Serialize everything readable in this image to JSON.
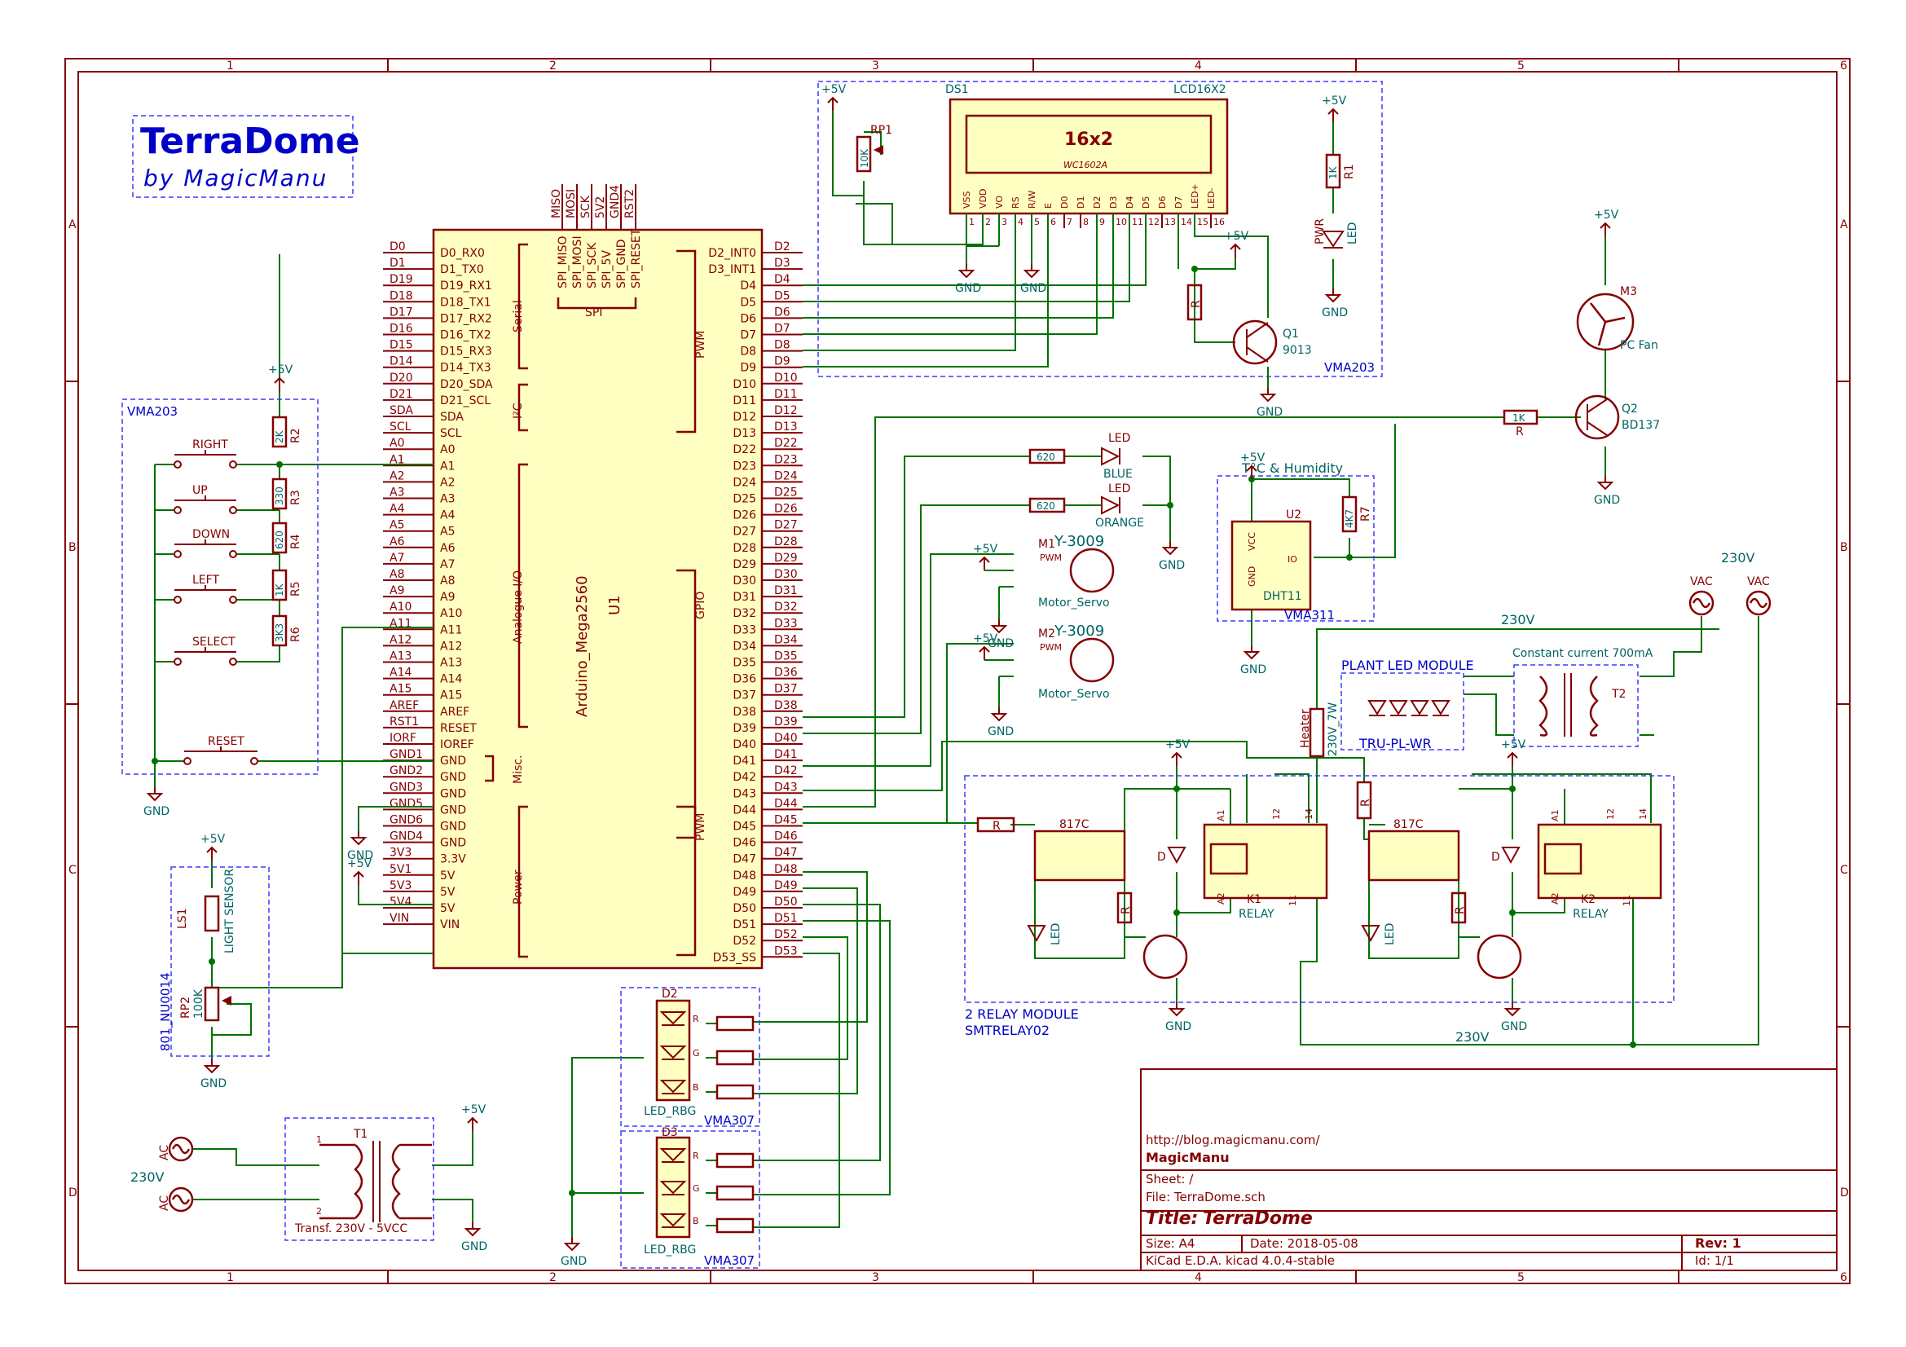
{
  "frame": {
    "columns": [
      "1",
      "2",
      "3",
      "4",
      "5",
      "6"
    ],
    "rows": [
      "A",
      "B",
      "C",
      "D"
    ]
  },
  "logo": {
    "title": "TerraDome",
    "subtitle": "by MagicManu"
  },
  "mcu": {
    "ref": "U1",
    "value": "Arduino_Mega2560",
    "blocks": [
      "Serial",
      "I²C",
      "Analogue I/O",
      "Misc.",
      "Power",
      "SPI",
      "PWM",
      "GPIO",
      "PWM"
    ],
    "left_pins": [
      "D0_RX0",
      "D1_TX0",
      "D19_RX1",
      "D18_TX1",
      "D17_RX2",
      "D16_TX2",
      "D15_RX3",
      "D14_TX3",
      "D20_SDA",
      "D21_SCL",
      "SDA",
      "SCL",
      "A0",
      "A1",
      "A2",
      "A3",
      "A4",
      "A5",
      "A6",
      "A7",
      "A8",
      "A9",
      "A10",
      "A11",
      "A12",
      "A13",
      "A14",
      "A15",
      "AREF",
      "RESET",
      "IOREF",
      "GND",
      "GND",
      "GND",
      "GND",
      "GND",
      "GND",
      "3.3V",
      "5V",
      "5V",
      "5V",
      "VIN"
    ],
    "left_nets": [
      "D0",
      "D1",
      "D19",
      "D18",
      "D17",
      "D16",
      "D15",
      "D14",
      "D20",
      "D21",
      "SDA",
      "SCL",
      "A0",
      "A1",
      "A2",
      "A3",
      "A4",
      "A5",
      "A6",
      "A7",
      "A8",
      "A9",
      "A10",
      "A11",
      "A12",
      "A13",
      "A14",
      "A15",
      "AREF",
      "RST1",
      "IORF",
      "GND1",
      "GND2",
      "GND3",
      "GND5",
      "GND6",
      "GND4",
      "3V3",
      "5V1",
      "5V3",
      "5V4",
      "VIN"
    ],
    "top_pins": [
      "SPI_MISO",
      "SPI_MOSI",
      "SPI_SCK",
      "SPI_5V",
      "SPI_GND",
      "SPI_RESET"
    ],
    "top_nets": [
      "MISO",
      "MOSI",
      "SCK",
      "5V2",
      "GND4",
      "RST2"
    ],
    "right_pins": [
      "D2_INT0",
      "D3_INT1",
      "D4",
      "D5",
      "D6",
      "D7",
      "D8",
      "D9",
      "D10",
      "D11",
      "D12",
      "D13",
      "D22",
      "D23",
      "D24",
      "D25",
      "D26",
      "D27",
      "D28",
      "D29",
      "D30",
      "D31",
      "D32",
      "D33",
      "D34",
      "D35",
      "D36",
      "D37",
      "D38",
      "D39",
      "D40",
      "D41",
      "D42",
      "D43",
      "D44",
      "D45",
      "D46",
      "D47",
      "D48",
      "D49",
      "D50",
      "D51",
      "D52",
      "D53_SS"
    ],
    "right_nets": [
      "D2",
      "D3",
      "D4",
      "D5",
      "D6",
      "D7",
      "D8",
      "D9",
      "D10",
      "D11",
      "D12",
      "D13",
      "D22",
      "D23",
      "D24",
      "D25",
      "D26",
      "D27",
      "D28",
      "D29",
      "D30",
      "D31",
      "D32",
      "D33",
      "D34",
      "D35",
      "D36",
      "D37",
      "D38",
      "D39",
      "D40",
      "D41",
      "D42",
      "D43",
      "D44",
      "D45",
      "D46",
      "D47",
      "D48",
      "D49",
      "D50",
      "D51",
      "D52",
      "D53"
    ]
  },
  "lcd": {
    "ref": "DS1",
    "value": "LCD16X2",
    "screen": "16x2",
    "model": "WC1602A",
    "pins": [
      "VSS",
      "VDD",
      "VO",
      "RS",
      "R/W",
      "E",
      "D0",
      "D1",
      "D2",
      "D3",
      "D4",
      "D5",
      "D6",
      "D7",
      "LED+",
      "LED-"
    ],
    "nums": [
      "1",
      "2",
      "3",
      "4",
      "5",
      "6",
      "7",
      "8",
      "9",
      "10",
      "11",
      "12",
      "13",
      "14",
      "15",
      "16"
    ]
  },
  "labels": {
    "plus5v": "+5V",
    "gnd": "GND",
    "rp1": "RP1",
    "rp1_val": "10K",
    "pin1": "1",
    "pin2": "2",
    "pin3": "3",
    "q1": "Q1",
    "q1_val": "9013",
    "r_val": "R",
    "vma203_lcd": "VMA203",
    "r1": "R1",
    "r1_val": "1K",
    "pwr": "PWR",
    "led": "LED",
    "m3": "M3",
    "fan": "PC Fan",
    "q2": "Q2",
    "q2_val": "BD137",
    "r_1k": "1K",
    "vma203_kp": "VMA203",
    "kp_buttons": [
      "RIGHT",
      "UP",
      "DOWN",
      "LEFT",
      "SELECT",
      "RESET"
    ],
    "kp_res_ref": [
      "R2",
      "R3",
      "R4",
      "R5",
      "R6"
    ],
    "kp_res_val": [
      "2K",
      "330",
      "620",
      "1K",
      "3K3"
    ],
    "led_blue": "BLUE",
    "led_orange": "ORANGE",
    "r620": "620",
    "servo1_ref": "M1",
    "servo2_ref": "M2",
    "servo_val": "Y-3009",
    "servo_name": "Motor_Servo",
    "pwm": "PWM",
    "dht_title": "T°C & Humidity",
    "u2": "U2",
    "vcc": "VCC",
    "io": "IO",
    "dht_gnd": "GND",
    "dht": "DHT11",
    "r7": "R7",
    "r7_val": "4K7",
    "vma311": "VMA311",
    "ls1": "LS1",
    "light": "LIGHT SENSOR",
    "rp2": "RP2",
    "rp2_val": "100K",
    "nu": "801_NU0014",
    "ac": "AC",
    "v230": "230V",
    "t1": "T1",
    "trans": "Transf. 230V - 5VCC",
    "d2": "D2",
    "d3": "D3",
    "led_rbg": "LED_RBG",
    "vma307": "VMA307",
    "rgb_pins": [
      "R",
      "G",
      "B"
    ],
    "relay_title": "2 RELAY MODULE",
    "relay_model": "SMTRELAY02",
    "opto": "817C",
    "d": "D",
    "relay": "RELAY",
    "k1": "K1",
    "k2": "K2",
    "a1": "A1",
    "a2": "A2",
    "c11": "11",
    "c12": "12",
    "c14": "14",
    "plant_title": "PLANT LED MODULE",
    "plant_model": "TRU-PL-WR",
    "cc": "Constant current 700mA",
    "t2": "T2",
    "heater": "Heater",
    "heater_val": "230V_7W",
    "vac": "VAC"
  },
  "title_block": {
    "url": "http://blog.magicmanu.com/",
    "company": "MagicManu",
    "sheet": "Sheet: /",
    "file": "File: TerraDome.sch",
    "title_label": "Title:",
    "title": "TerraDome",
    "size": "Size: A4",
    "date": "Date: 2018-05-08",
    "rev": "Rev: 1",
    "tool": "KiCad E.D.A.  kicad 4.0.4-stable",
    "id": "Id: 1/1"
  }
}
